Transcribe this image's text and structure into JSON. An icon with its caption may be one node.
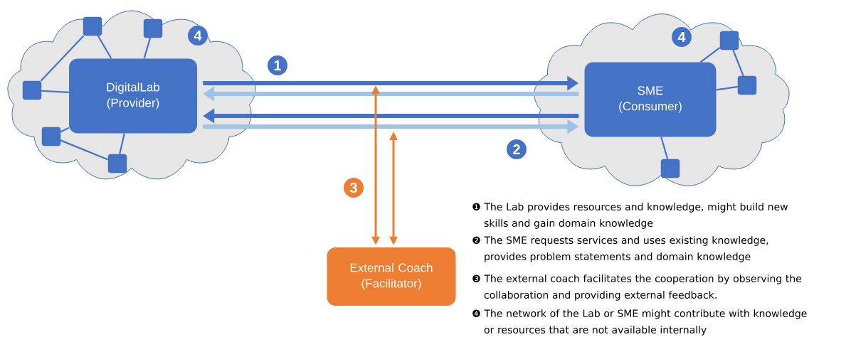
{
  "diagram": {
    "nodes": [
      {
        "text": [],
        "shape": "cloud"
      },
      {
        "text": [
          "DigitalLab (Provider)"
        ],
        "in": 0
      },
      {
        "text": [],
        "shape": "box",
        "in": 0
      },
      {
        "text": [],
        "shape": "box",
        "in": 0
      },
      {
        "text": [],
        "shape": "box",
        "in": 0
      },
      {
        "text": [],
        "shape": "box",
        "in": 0
      },
      {
        "text": [],
        "shape": "box",
        "in": 0
      },
      {
        "text": [],
        "shape": "cloud"
      },
      {
        "text": [
          "SME (Consumer)"
        ],
        "in": 7
      },
      {
        "text": [],
        "shape": "box",
        "in": 7
      },
      {
        "text": [],
        "shape": "box",
        "in": 7
      },
      {
        "text": [],
        "shape": "box",
        "in": 7
      },
      {
        "text": [
          "External Coach (Facilitator)"
        ]
      }
    ],
    "edges": [
      {
        "from": 4,
        "to": 1,
        "arrow": "none"
      },
      {
        "from": 4,
        "to": 2,
        "arrow": "none"
      },
      {
        "from": 2,
        "to": 1,
        "arrow": "none"
      },
      {
        "from": 6,
        "to": 1,
        "arrow": "none"
      },
      {
        "from": 3,
        "to": 1,
        "arrow": "none"
      },
      {
        "from": 3,
        "to": 5,
        "arrow": "none"
      },
      {
        "from": 5,
        "to": 1,
        "arrow": "none"
      },
      {
        "from": 8,
        "to": 10,
        "arrow": "none"
      },
      {
        "from": 10,
        "to": 11,
        "arrow": "none"
      },
      {
        "from": 11,
        "to": 8,
        "arrow": "none"
      },
      {
        "from": 8,
        "to": 9,
        "arrow": "none"
      },
      {
        "from": 1,
        "to": 8,
        "arrow": "to",
        "style": "thick"
      },
      {
        "from": 8,
        "to": 1,
        "arrow": "to",
        "style": "thick",
        "color": "#9dc3e6"
      },
      {
        "from": 8,
        "to": 1,
        "arrow": "to",
        "style": "thick"
      },
      {
        "from": 1,
        "to": 8,
        "arrow": "to",
        "style": "thick",
        "color": "#9dc3e6"
      },
      {
        "from": null,
        "to": 12,
        "arrow": "both",
        "color": "#ed7d31"
      },
      {
        "from": null,
        "to": 12,
        "arrow": "both",
        "color": "#ed7d31"
      }
    ],
    "labels": [
      "4",
      "1",
      "4",
      "2",
      "3",
      "❶ The Lab provides resources and knowledge, might build new skills and gain domain knowledge",
      "❷ The SME requests services and uses existing knowledge, provides problem statements and domain knowledge",
      "❸ The external coach facilitates the cooperation by observing the collaboration and providing external feedback.",
      "❹ The network of the Lab or SME might contribute with knowledge or resources that are not available internally"
    ]
  }
}
